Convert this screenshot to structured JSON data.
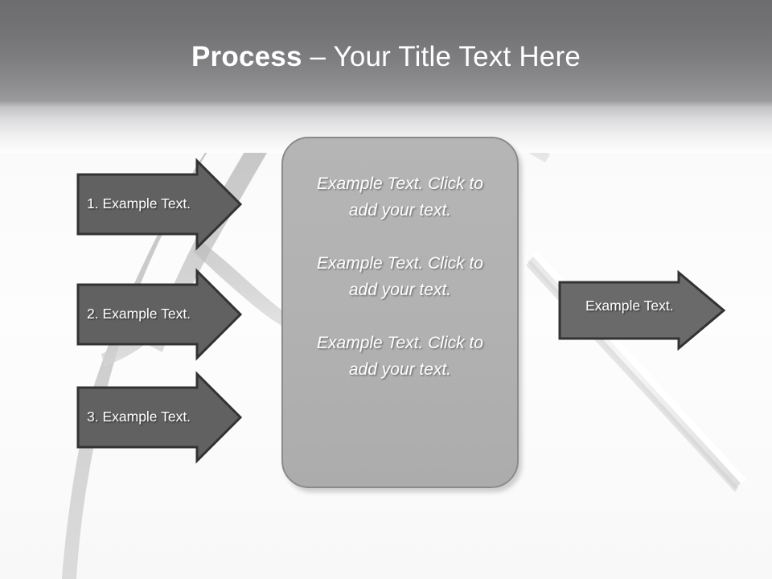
{
  "slide": {
    "title_strong": "Process",
    "title_rest": " – Your Title Text Here",
    "background_color": "#fdfdfd",
    "header_color_top": "#6d6d6f",
    "header_color_bottom": "#9b9b9d",
    "arrow_fill": "#616161",
    "arrow_border": "#333333",
    "box_fill": "#b2b2b2",
    "box_border": "#8a8a8a",
    "text_color": "#ffffff"
  },
  "input_arrows": [
    {
      "label": "1. Example Text."
    },
    {
      "label": "2. Example Text."
    },
    {
      "label": "3. Example Text."
    }
  ],
  "center_box": {
    "paragraphs": [
      "Example Text. Click  to add your text.",
      "Example Text. Click  to add your text.",
      "Example Text. Click  to add your text."
    ]
  },
  "output_arrow": {
    "label": "Example Text."
  }
}
